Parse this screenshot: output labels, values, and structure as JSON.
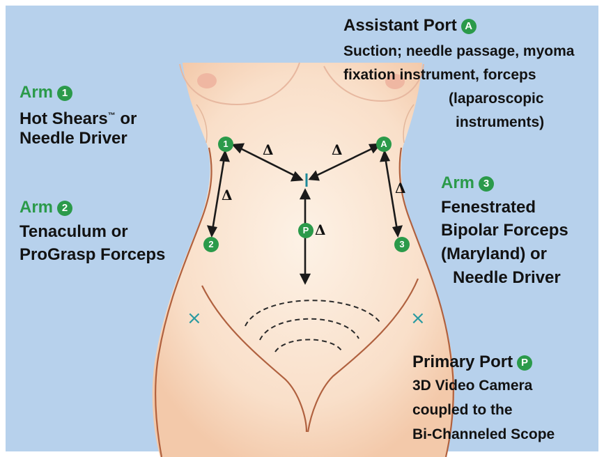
{
  "assistant_port": {
    "title": "Assistant Port",
    "badge": "A",
    "lines": [
      "Suction; needle passage, myoma",
      "fixation instrument, forceps",
      "(laparoscopic",
      "instruments)"
    ]
  },
  "arm1": {
    "title": "Arm",
    "badge": "1",
    "line1": "Hot Shears",
    "tm": "™",
    "line1_suffix": " or",
    "line2": "Needle Driver"
  },
  "arm2": {
    "title": "Arm",
    "badge": "2",
    "line1": "Tenaculum or",
    "line2": "ProGrasp Forceps"
  },
  "arm3": {
    "title": "Arm",
    "badge": "3",
    "lines": [
      "Fenestrated",
      "Bipolar Forceps",
      "(Maryland) or",
      "Needle Driver"
    ]
  },
  "primary_port": {
    "title": "Primary Port",
    "badge": "P",
    "lines": [
      "3D Video Camera",
      "coupled to the",
      "Bi-Channeled Scope"
    ]
  },
  "diagram": {
    "port_labels": {
      "p1": "1",
      "p2": "2",
      "p3": "3",
      "pa": "A",
      "pp": "P"
    },
    "delta": "Δ",
    "cross": "×",
    "colors": {
      "background": "#b7d1ec",
      "skin": "#fbe3cf",
      "outline": "#b0613f",
      "accent": "#2b9a4a",
      "cross": "#2a9aa0"
    }
  }
}
